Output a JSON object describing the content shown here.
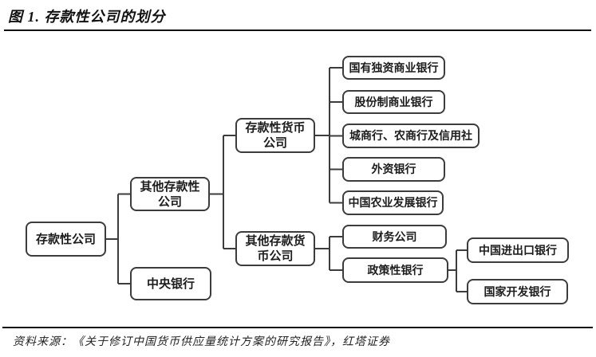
{
  "figure": {
    "title": "图 1. 存款性公司的划分",
    "source": "资料来源：《关于修订中国货币供应量统计方案的研究报告》，红塔证券"
  },
  "nodes": {
    "depository_company": {
      "label": "存款性公司"
    },
    "other_depository_company": {
      "lines": [
        "其他存款性",
        "公司"
      ]
    },
    "central_bank": {
      "label": "中央银行"
    },
    "depository_monetary_company": {
      "lines": [
        "存款性货币",
        "公司"
      ]
    },
    "other_depository_monetary_company": {
      "lines": [
        "其他存款货",
        "币公司"
      ]
    },
    "state_owned_commercial_bank": {
      "label": "国有独资商业银行"
    },
    "joint_stock_commercial_bank": {
      "label": "股份制商业银行"
    },
    "city_commercial_rural_credit": {
      "label": "城商行、农商行及信用社"
    },
    "foreign_bank": {
      "label": "外资银行"
    },
    "agricultural_development_bank": {
      "label": "中国农业发展银行"
    },
    "finance_company": {
      "label": "财务公司"
    },
    "policy_bank": {
      "label": "政策性银行"
    },
    "exim_bank": {
      "label": "中国进出口银行"
    },
    "china_development_bank": {
      "label": "国家开发银行"
    }
  },
  "colors": {
    "node_border": "#3c3c3c",
    "connector": "#3c3c3c",
    "text": "#1c1c1c",
    "rule": "#111111",
    "background": "#ffffff"
  }
}
